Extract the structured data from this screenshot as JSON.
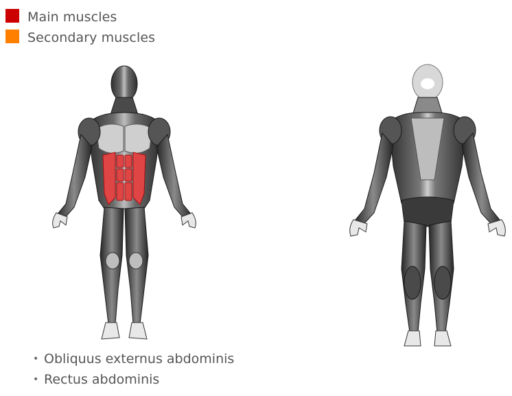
{
  "legend": {
    "main": {
      "label": "Main muscles",
      "color": "#cc0000"
    },
    "secondary": {
      "label": "Secondary muscles",
      "color": "#ff8000"
    }
  },
  "figures": {
    "front": {
      "icon": "human-body-front-icon",
      "highlighted": [
        "abdominals"
      ]
    },
    "back": {
      "icon": "human-body-back-icon",
      "highlighted": []
    }
  },
  "muscles": [
    {
      "name": "Obliquus externus abdominis"
    },
    {
      "name": "Rectus abdominis"
    }
  ]
}
